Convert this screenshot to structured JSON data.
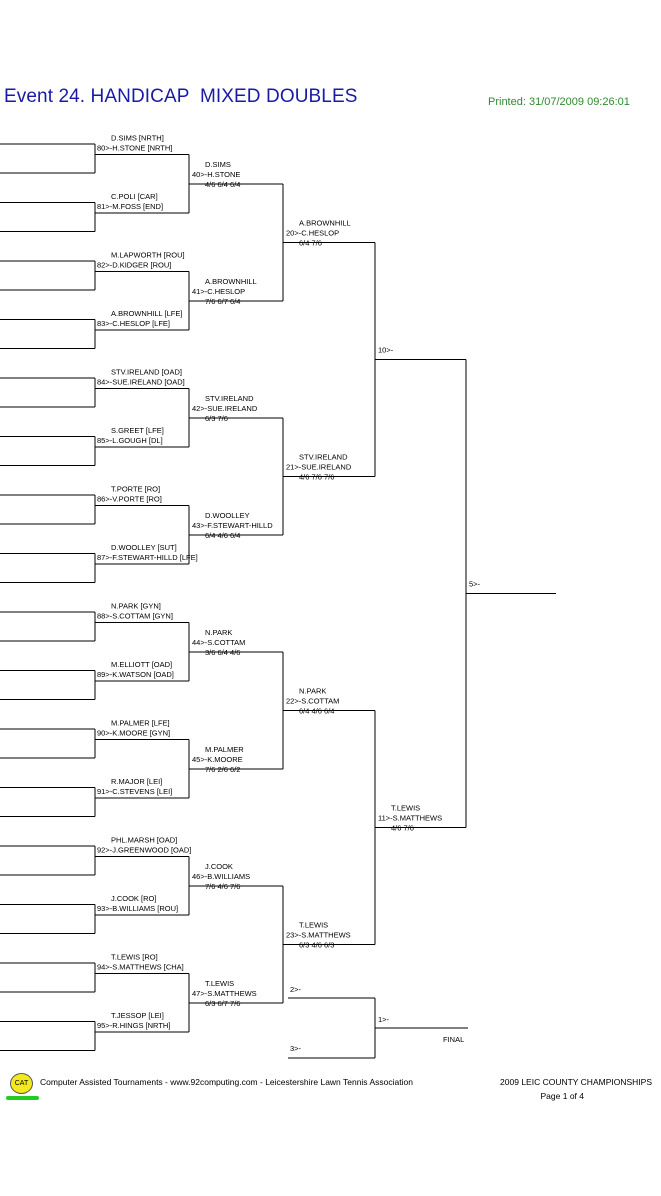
{
  "header": {
    "title": "Event 24. HANDICAP  MIXED DOUBLES",
    "printed": "Printed: 31/07/2009 09:26:01"
  },
  "round1": [
    {
      "name1": "D.SIMS [NRTH]",
      "name2": "80>-H.STONE [NRTH]"
    },
    {
      "name1": "C.POLI [CAR]",
      "name2": "81>-M.FOSS [END]"
    },
    {
      "name1": "M.LAPWORTH [ROU]",
      "name2": "82>-D.KIDGER [ROU]"
    },
    {
      "name1": "A.BROWNHILL [LFE]",
      "name2": "83>-C.HESLOP [LFE]"
    },
    {
      "name1": "STV.IRELAND [OAD]",
      "name2": "84>-SUE.IRELAND [OAD]"
    },
    {
      "name1": "S.GREET [LFE]",
      "name2": "85>-L.GOUGH [DL]"
    },
    {
      "name1": "T.PORTE [RO]",
      "name2": "86>-V.PORTE [RO]"
    },
    {
      "name1": "D.WOOLLEY [SUT]",
      "name2": "87>-F.STEWART-HILLD [LFE]"
    },
    {
      "name1": "N.PARK [GYN]",
      "name2": "88>-S.COTTAM [GYN]"
    },
    {
      "name1": "M.ELLIOTT [OAD]",
      "name2": "89>-K.WATSON [OAD]"
    },
    {
      "name1": "M.PALMER [LFE]",
      "name2": "90>-K.MOORE [GYN]"
    },
    {
      "name1": "R.MAJOR [LEI]",
      "name2": "91>-C.STEVENS [LEI]"
    },
    {
      "name1": "PHL.MARSH [OAD]",
      "name2": "92>-J.GREENWOOD [OAD]"
    },
    {
      "name1": "J.COOK [RO]",
      "name2": "93>-B.WILLIAMS [ROU]"
    },
    {
      "name1": "T.LEWIS [RO]",
      "name2": "94>-S.MATTHEWS [CHA]"
    },
    {
      "name1": "T.JESSOP [LEI]",
      "name2": "95>-R.HINGS [NRTH]"
    }
  ],
  "round2": [
    {
      "name1": "D.SIMS",
      "name2": "40>-H.STONE",
      "score": "4/6 6/4 6/4"
    },
    {
      "name1": "A.BROWNHILL",
      "name2": "41>-C.HESLOP",
      "score": "7/6 6/7 6/4"
    },
    {
      "name1": "STV.IRELAND",
      "name2": "42>-SUE.IRELAND",
      "score": "6/3 7/6"
    },
    {
      "name1": "D.WOOLLEY",
      "name2": "43>-F.STEWART-HILLD",
      "score": "6/4 4/6 6/4"
    },
    {
      "name1": "N.PARK",
      "name2": "44>-S.COTTAM",
      "score": "3/6 6/4 4/6"
    },
    {
      "name1": "M.PALMER",
      "name2": "45>-K.MOORE",
      "score": "7/6 2/6 6/2"
    },
    {
      "name1": "J.COOK",
      "name2": "46>-B.WILLIAMS",
      "score": "7/6 4/6 7/6"
    },
    {
      "name1": "T.LEWIS",
      "name2": "47>-S.MATTHEWS",
      "score": "6/3 6/7 7/6"
    }
  ],
  "round3": [
    {
      "name1": "A.BROWNHILL",
      "name2": "20>-C.HESLOP",
      "score": "6/4 7/6"
    },
    {
      "name1": "STV.IRELAND",
      "name2": "21>-SUE.IRELAND",
      "score": "4/6 7/6 7/6"
    },
    {
      "name1": "N.PARK",
      "name2": "22>-S.COTTAM",
      "score": "6/4 4/6 6/4"
    },
    {
      "name1": "T.LEWIS",
      "name2": "23>-S.MATTHEWS",
      "score": "6/3 4/6 6/3"
    }
  ],
  "round4": [
    {
      "name1": "",
      "name2": "10>-",
      "score": ""
    },
    {
      "name1": "T.LEWIS",
      "name2": "11>-S.MATTHEWS",
      "score": "4/6 7/6"
    }
  ],
  "round5": [
    {
      "name1": "",
      "name2": "5>-",
      "score": ""
    }
  ],
  "playoff": {
    "slot2": "2>-",
    "slot3": "3>-",
    "slot1": "1>-",
    "final_label": "FINAL"
  },
  "footer": {
    "logo": "CAT",
    "credit": "Computer Assisted Tournaments - www.92computing.com -  Leicestershire Lawn Tennis Association",
    "event": "2009 LEIC COUNTY CHAMPIONSHIPS",
    "page": "Page 1 of 4"
  }
}
